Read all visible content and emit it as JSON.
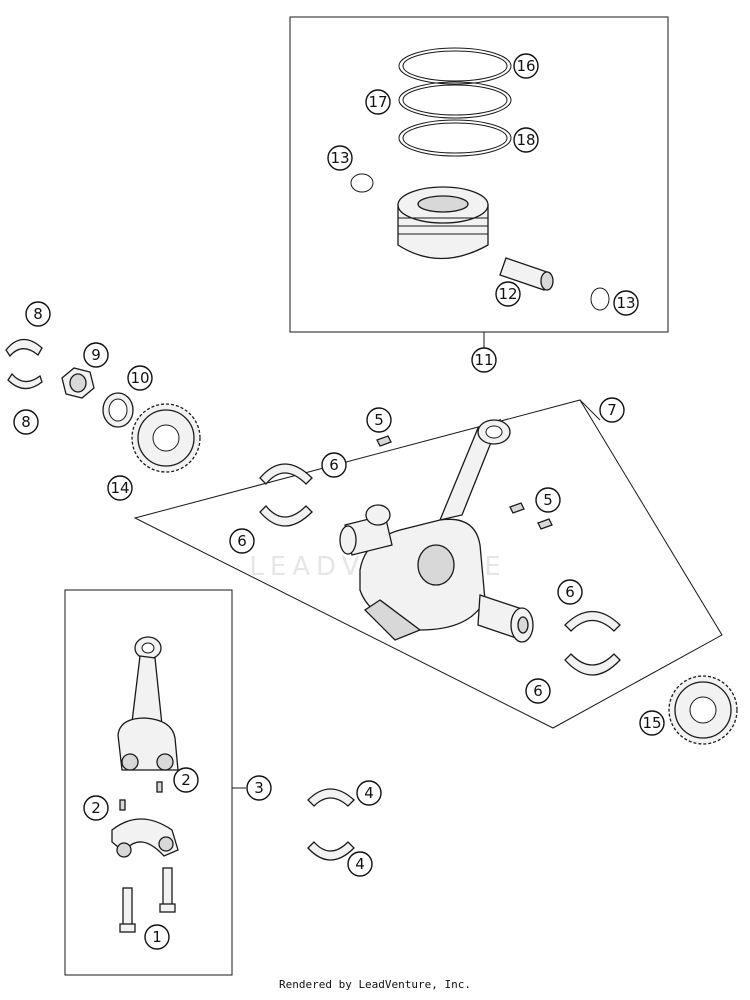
{
  "watermark": "LEADVENTURE",
  "footer": "Rendered by LeadVenture, Inc.",
  "callouts": {
    "c16": "16",
    "c17": "17",
    "c18": "18",
    "c13a": "13",
    "c13b": "13",
    "c12": "12",
    "c11": "11",
    "c8a": "8",
    "c8b": "8",
    "c9": "9",
    "c10": "10",
    "c14": "14",
    "c5a": "5",
    "c5b": "5",
    "c7": "7",
    "c6a": "6",
    "c6b": "6",
    "c6c": "6",
    "c6d": "6",
    "c15": "15",
    "c3": "3",
    "c2a": "2",
    "c2b": "2",
    "c4a": "4",
    "c4b": "4",
    "c1": "1"
  }
}
